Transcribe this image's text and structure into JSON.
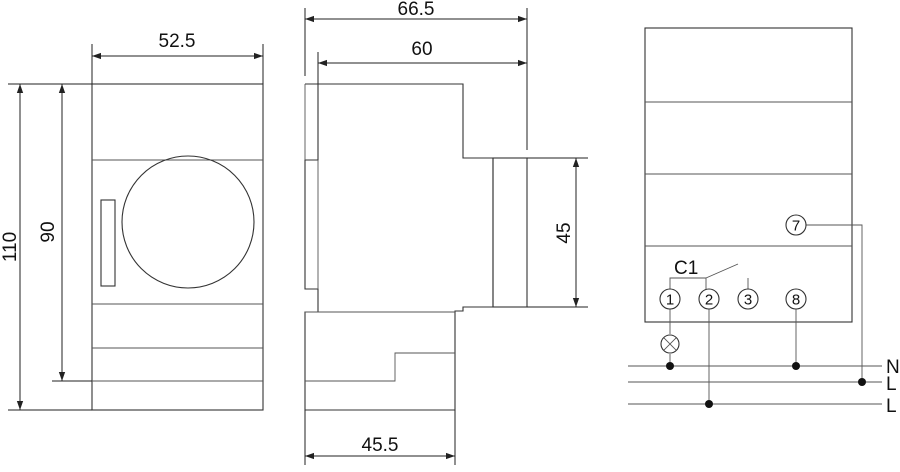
{
  "dimensions": {
    "front_width": "52.5",
    "front_height_outer": "110",
    "front_height_inner": "90",
    "side_depth_outer": "66.5",
    "side_depth_inner": "60",
    "side_front_height": "45",
    "side_bottom_depth": "45.5"
  },
  "wiring": {
    "contact_label": "C1",
    "terminals": [
      "1",
      "2",
      "3",
      "8",
      "7"
    ],
    "buses": [
      "N",
      "L",
      "L"
    ]
  }
}
